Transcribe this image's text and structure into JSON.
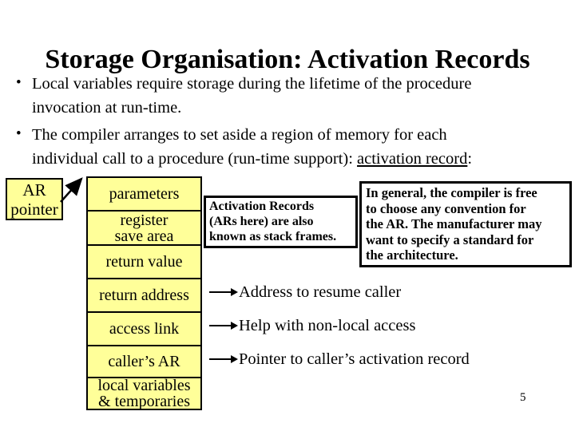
{
  "slide": {
    "title": "Storage Organisation: Activation Records",
    "page_number": "5",
    "colors": {
      "cell_fill": "#FFFF99",
      "border": "#000000",
      "background": "#FFFFFF",
      "text": "#000000"
    },
    "bullets": [
      {
        "lines": [
          "Local variables require storage during the lifetime of the procedure",
          "invocation at run-time."
        ]
      },
      {
        "lines": [
          "The compiler arranges to set aside a region of memory for each"
        ],
        "line2": {
          "pre": "individual call to a procedure (run-time support): ",
          "underlined": "activation record",
          "post": ":"
        }
      }
    ],
    "ar_pointer": {
      "line1": "AR",
      "line2": "pointer"
    },
    "stack": {
      "rows": [
        {
          "lines": [
            "parameters"
          ]
        },
        {
          "lines": [
            "register",
            "save area"
          ]
        },
        {
          "lines": [
            "return value"
          ]
        },
        {
          "lines": [
            "return address"
          ]
        },
        {
          "lines": [
            "access link"
          ]
        },
        {
          "lines": [
            "caller’s AR"
          ]
        },
        {
          "lines": [
            "local variables",
            "& temporaries"
          ]
        }
      ]
    },
    "note_left": {
      "lines": [
        "Activation Records",
        "(ARs here) are also",
        "known as stack frames."
      ]
    },
    "note_right": {
      "lines": [
        "In general, the compiler is free",
        "to choose any convention for",
        "the AR. The manufacturer may",
        "want to specify a standard for",
        "the architecture."
      ]
    },
    "annotations": [
      {
        "text": "Address to resume caller"
      },
      {
        "text": "Help with non-local access"
      },
      {
        "text": "Pointer to caller’s activation record"
      }
    ]
  }
}
